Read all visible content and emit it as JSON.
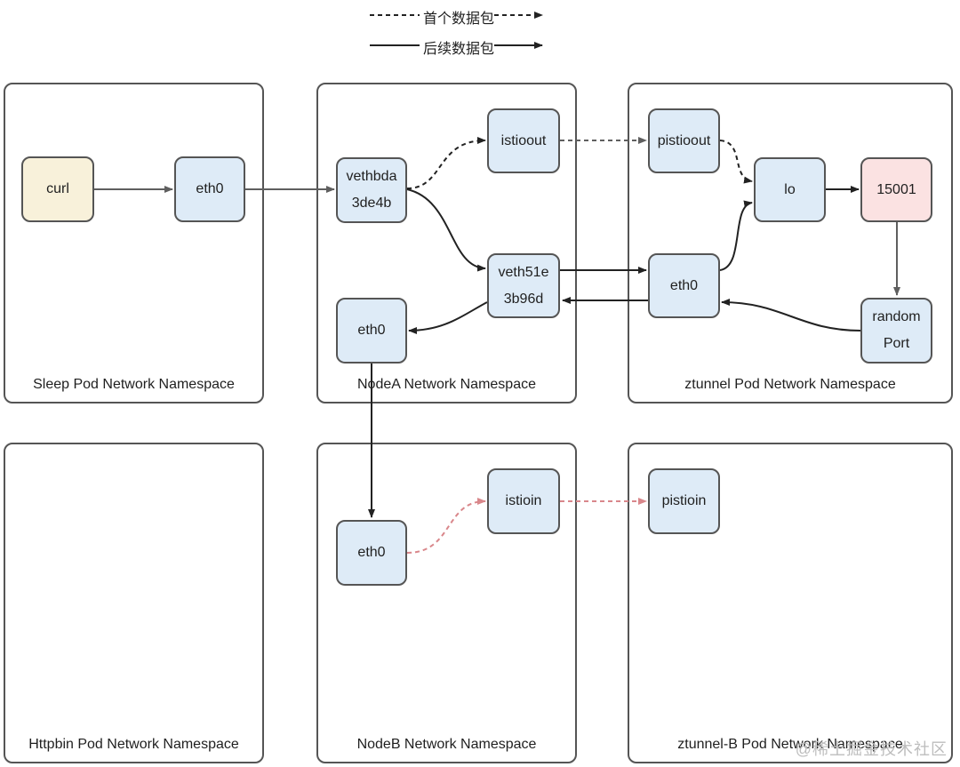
{
  "legend": {
    "first_packet": "首个数据包",
    "subsequent_packets": "后续数据包"
  },
  "namespaces": {
    "sleep": "Sleep Pod Network Namespace",
    "nodea": "NodeA Network Namespace",
    "ztunnel": "ztunnel Pod Network Namespace",
    "httpbin": "Httpbin Pod Network Namespace",
    "nodeb": "NodeB Network Namespace",
    "ztunnelb": "ztunnel-B Pod Network Namespace"
  },
  "nodes": {
    "curl": "curl",
    "sleep_eth0": "eth0",
    "vethbda_1": "vethbda",
    "vethbda_2": "3de4b",
    "istioout": "istioout",
    "veth51e_1": "veth51e",
    "veth51e_2": "3b96d",
    "nodea_eth0": "eth0",
    "pistioout": "pistioout",
    "lo": "lo",
    "port_15001": "15001",
    "ztunnel_eth0": "eth0",
    "random_1": "random",
    "random_2": "Port",
    "nodeb_eth0": "eth0",
    "istioin": "istioin",
    "pistioin": "pistioin"
  },
  "watermark": "@稀土掘金技术社区",
  "colors": {
    "node_fill": "#deebf7",
    "curl_fill": "#f8f1da",
    "port_fill": "#fbe2e2",
    "border": "#555555",
    "arrow_dark": "#222222",
    "arrow_gray": "#5f5f5f",
    "arrow_pink": "#d9878b"
  }
}
